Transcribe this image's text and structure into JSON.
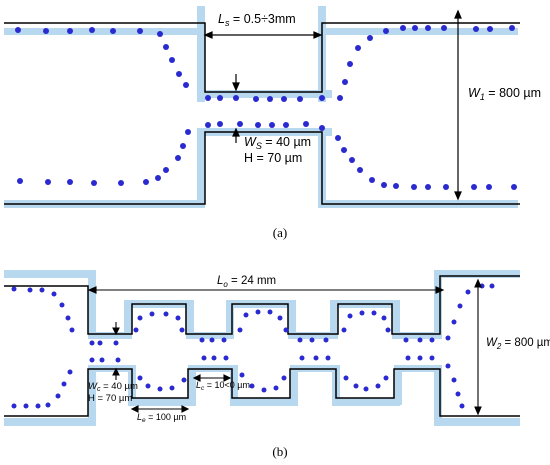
{
  "panel_a": {
    "caption": "(a)",
    "ls_symbol": "L",
    "ls_sub": "s",
    "ls_value": " = 0.5÷3mm",
    "w1_symbol": "W",
    "w1_sub": "1",
    "w1_value": " = 800 µm",
    "ws_symbol": "W",
    "ws_sub": "S",
    "ws_value": " = 40 µm",
    "h_label": "H = 70 µm"
  },
  "panel_b": {
    "caption": "(b)",
    "lo_symbol": "L",
    "lo_sub": "o",
    "lo_value": " = 24 mm",
    "w2_symbol": "W",
    "w2_sub": "2",
    "w2_value": " = 800 µm",
    "wc_symbol": "W",
    "wc_sub": "c",
    "wc_value": " = 40 µm",
    "h_label": "H = 70 µm",
    "le_symbol": "L",
    "le_sub": "e",
    "le_value": " = 100 µm",
    "lc_symbol": "L",
    "lc_sub": "c",
    "lc_value": " = 10<0 µm"
  },
  "colors": {
    "channel_wall": "#b7d8ee",
    "outline": "#000000",
    "particle": "#2a2ad0"
  }
}
